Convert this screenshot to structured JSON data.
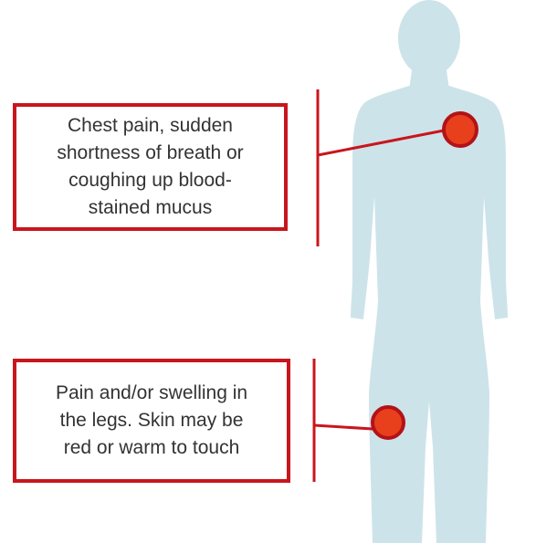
{
  "callouts": [
    {
      "id": "chest",
      "text": "Chest pain, sudden\nshortness of breath or\ncoughing up blood-\nstained mucus"
    },
    {
      "id": "legs",
      "text": "Pain and/or swelling in\nthe legs. Skin may be\nred or warm to touch"
    }
  ],
  "colors": {
    "accent": "#c8161d",
    "marker_fill": "#e8401c",
    "marker_ring": "#b31217",
    "body_silhouette": "#cde3ea",
    "text": "#333333",
    "background": "#ffffff"
  }
}
